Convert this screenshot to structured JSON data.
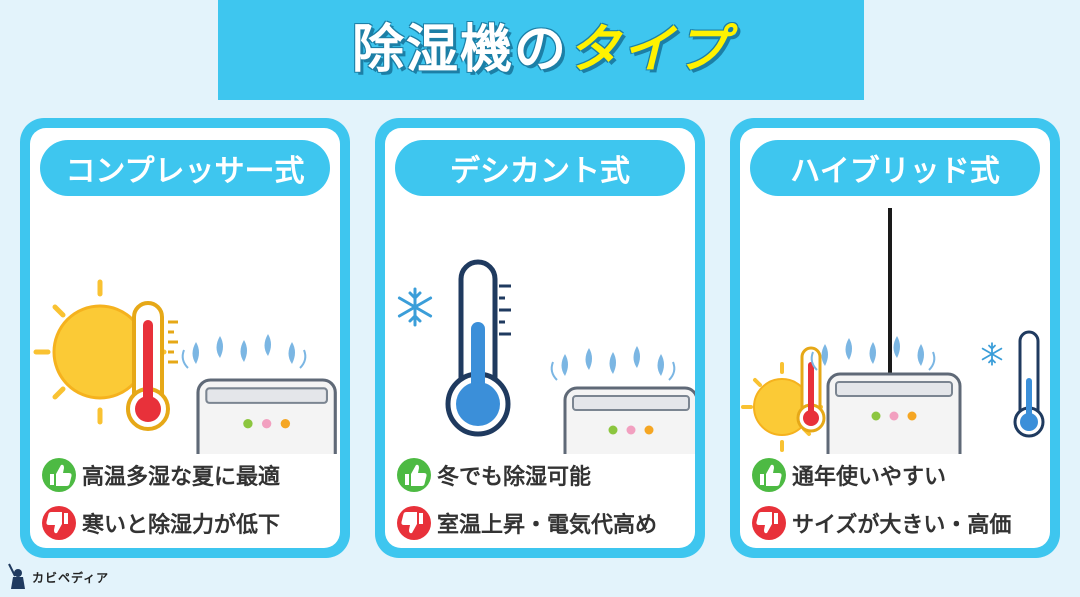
{
  "title": {
    "part1": "除湿機の",
    "part2": "タイプ"
  },
  "cards": [
    {
      "name": "コンプレッサー式",
      "pro": "高温多湿な夏に最適",
      "con": "寒いと除湿力が低下"
    },
    {
      "name": "デシカント式",
      "pro": "冬でも除湿可能",
      "con": "室温上昇・電気代高め"
    },
    {
      "name": "ハイブリッド式",
      "pro": "通年使いやすい",
      "con": "サイズが大きい・高価"
    }
  ],
  "icons": {
    "pro": "thumbs-up-icon",
    "con": "thumbs-down-icon"
  },
  "logo": {
    "text": "カビペディア"
  },
  "colors": {
    "accent": "#3ec6ef",
    "title_highlight": "#fff200",
    "good": "#4dba43",
    "bad": "#e8313a",
    "background": "#e3f3fb"
  }
}
